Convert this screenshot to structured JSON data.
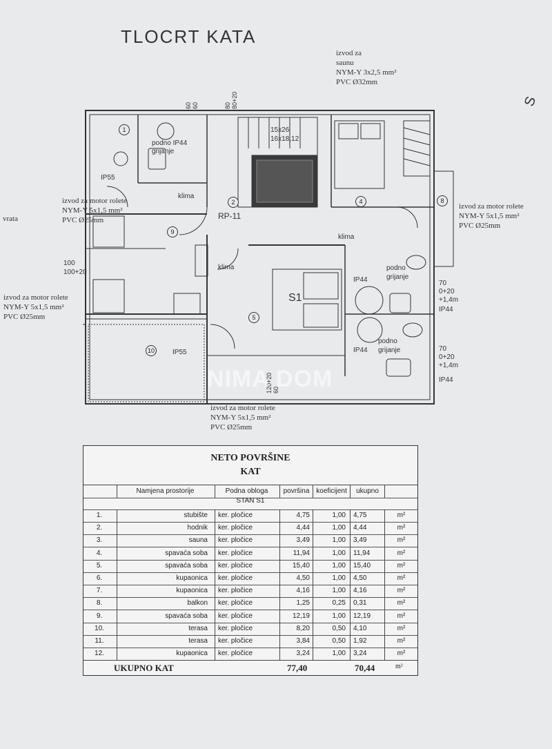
{
  "page": {
    "title": "TLOCRT KATA"
  },
  "notes": {
    "sauna": "izvod za\nsaunu\nNYM-Y 3x2,5 mm²\nPVC Ø32mm",
    "right": "izvod za motor rolete\nNYM-Y 5x1,5 mm²\nPVC Ø25mm",
    "left_top": "izvod za motor rolete\nNYM-Y 5x1,5 mm²\nPVC Ø25mm",
    "left_bottom": "izvod za motor rolete\nNYM-Y 5x1,5 mm²\nPVC Ø25mm",
    "bottom": "izvod za motor rolete\nNYM-Y 5x1,5 mm²\nPVC Ø25mm",
    "vrata": "vrata",
    "edge_s": "S"
  },
  "plan_labels": {
    "rp": "RP-11",
    "stairs": "15x26\n16x18,12",
    "s1": "S1",
    "klima1": "klima",
    "klima2": "klima",
    "klima3": "klima",
    "podno1": "podno\ngrijanje",
    "podno2": "podno\ngrijanje",
    "podno3": "podno IP44\ngrijanje",
    "ip55a": "IP55",
    "ip55b": "IP55",
    "ip44a": "IP44",
    "ip44b": "IP44",
    "ip44c": "IP44",
    "ip44d": "IP44",
    "h100": "100\n100+20",
    "h70a": "70\n0+20\n+1,4m",
    "h70b": "70\n0+20\n+1,4m",
    "h120": "120+20\n60",
    "h80": "80\n80+20",
    "h60": "60\n60"
  },
  "watermark": "NIMA DOM",
  "table": {
    "title1": "NETO POVRŠINE",
    "title2": "KAT",
    "headers": [
      "Namjena prostorije",
      "Podna obloga",
      "površina",
      "koeficijent",
      "ukupno"
    ],
    "section": "STAN S1",
    "rows": [
      [
        "1.",
        "stubište",
        "ker. pločice",
        "4,75",
        "1,00",
        "4,75",
        "m²"
      ],
      [
        "2.",
        "hodnik",
        "ker. pločice",
        "4,44",
        "1,00",
        "4,44",
        "m²"
      ],
      [
        "3.",
        "sauna",
        "ker. pločice",
        "3,49",
        "1,00",
        "3,49",
        "m²"
      ],
      [
        "4.",
        "spavaća soba",
        "ker. pločice",
        "11,94",
        "1,00",
        "11,94",
        "m²"
      ],
      [
        "5.",
        "spavaća soba",
        "ker. pločice",
        "15,40",
        "1,00",
        "15,40",
        "m²"
      ],
      [
        "6.",
        "kupaonica",
        "ker. pločice",
        "4,50",
        "1,00",
        "4,50",
        "m²"
      ],
      [
        "7.",
        "kupaonica",
        "ker. pločice",
        "4,16",
        "1,00",
        "4,16",
        "m²"
      ],
      [
        "8.",
        "balkon",
        "ker. pločice",
        "1,25",
        "0,25",
        "0,31",
        "m²"
      ],
      [
        "9.",
        "spavaća soba",
        "ker. pločice",
        "12,19",
        "1,00",
        "12,19",
        "m²"
      ],
      [
        "10.",
        "terasa",
        "ker. pločice",
        "8,20",
        "0,50",
        "4,10",
        "m²"
      ],
      [
        "11.",
        "terasa",
        "ker. pločice",
        "3,84",
        "0,50",
        "1,92",
        "m²"
      ],
      [
        "12.",
        "kupaonica",
        "ker. pločice",
        "3,24",
        "1,00",
        "3,24",
        "m²"
      ]
    ],
    "total_label": "UKUPNO KAT",
    "total_area": "77,40",
    "total_sum": "70,44",
    "total_unit": "m²"
  }
}
